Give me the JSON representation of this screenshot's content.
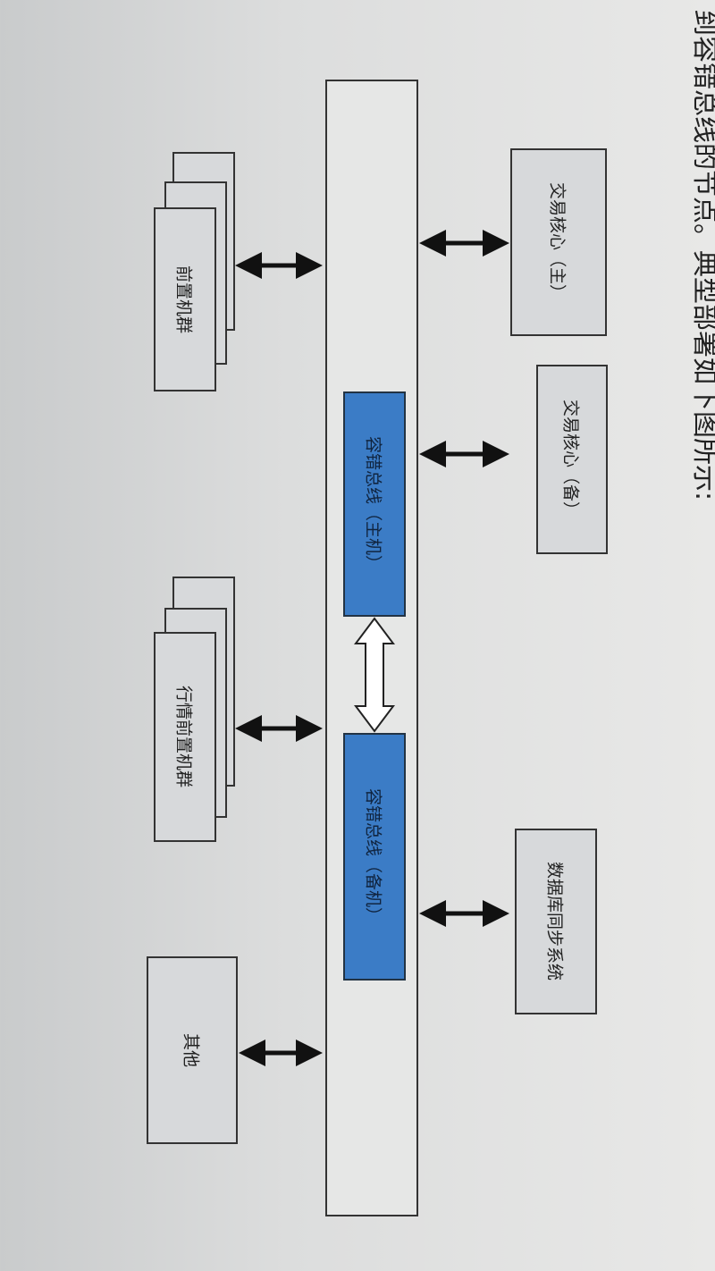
{
  "caption": "到容错总线的节点。典型部署如下图所示:",
  "nodes": {
    "front_cluster": "前置机群",
    "market_front_cluster": "行情前置机群",
    "other": "其他",
    "trade_core_primary": "交易核心（主）",
    "trade_core_backup": "交易核心（备）",
    "db_sync": "数据库同步系统",
    "bus_primary": "容错总线（主机）",
    "bus_backup": "容错总线（备机）"
  },
  "colors": {
    "bus_node": "#3b7cc6",
    "node": "#d7d9db"
  }
}
